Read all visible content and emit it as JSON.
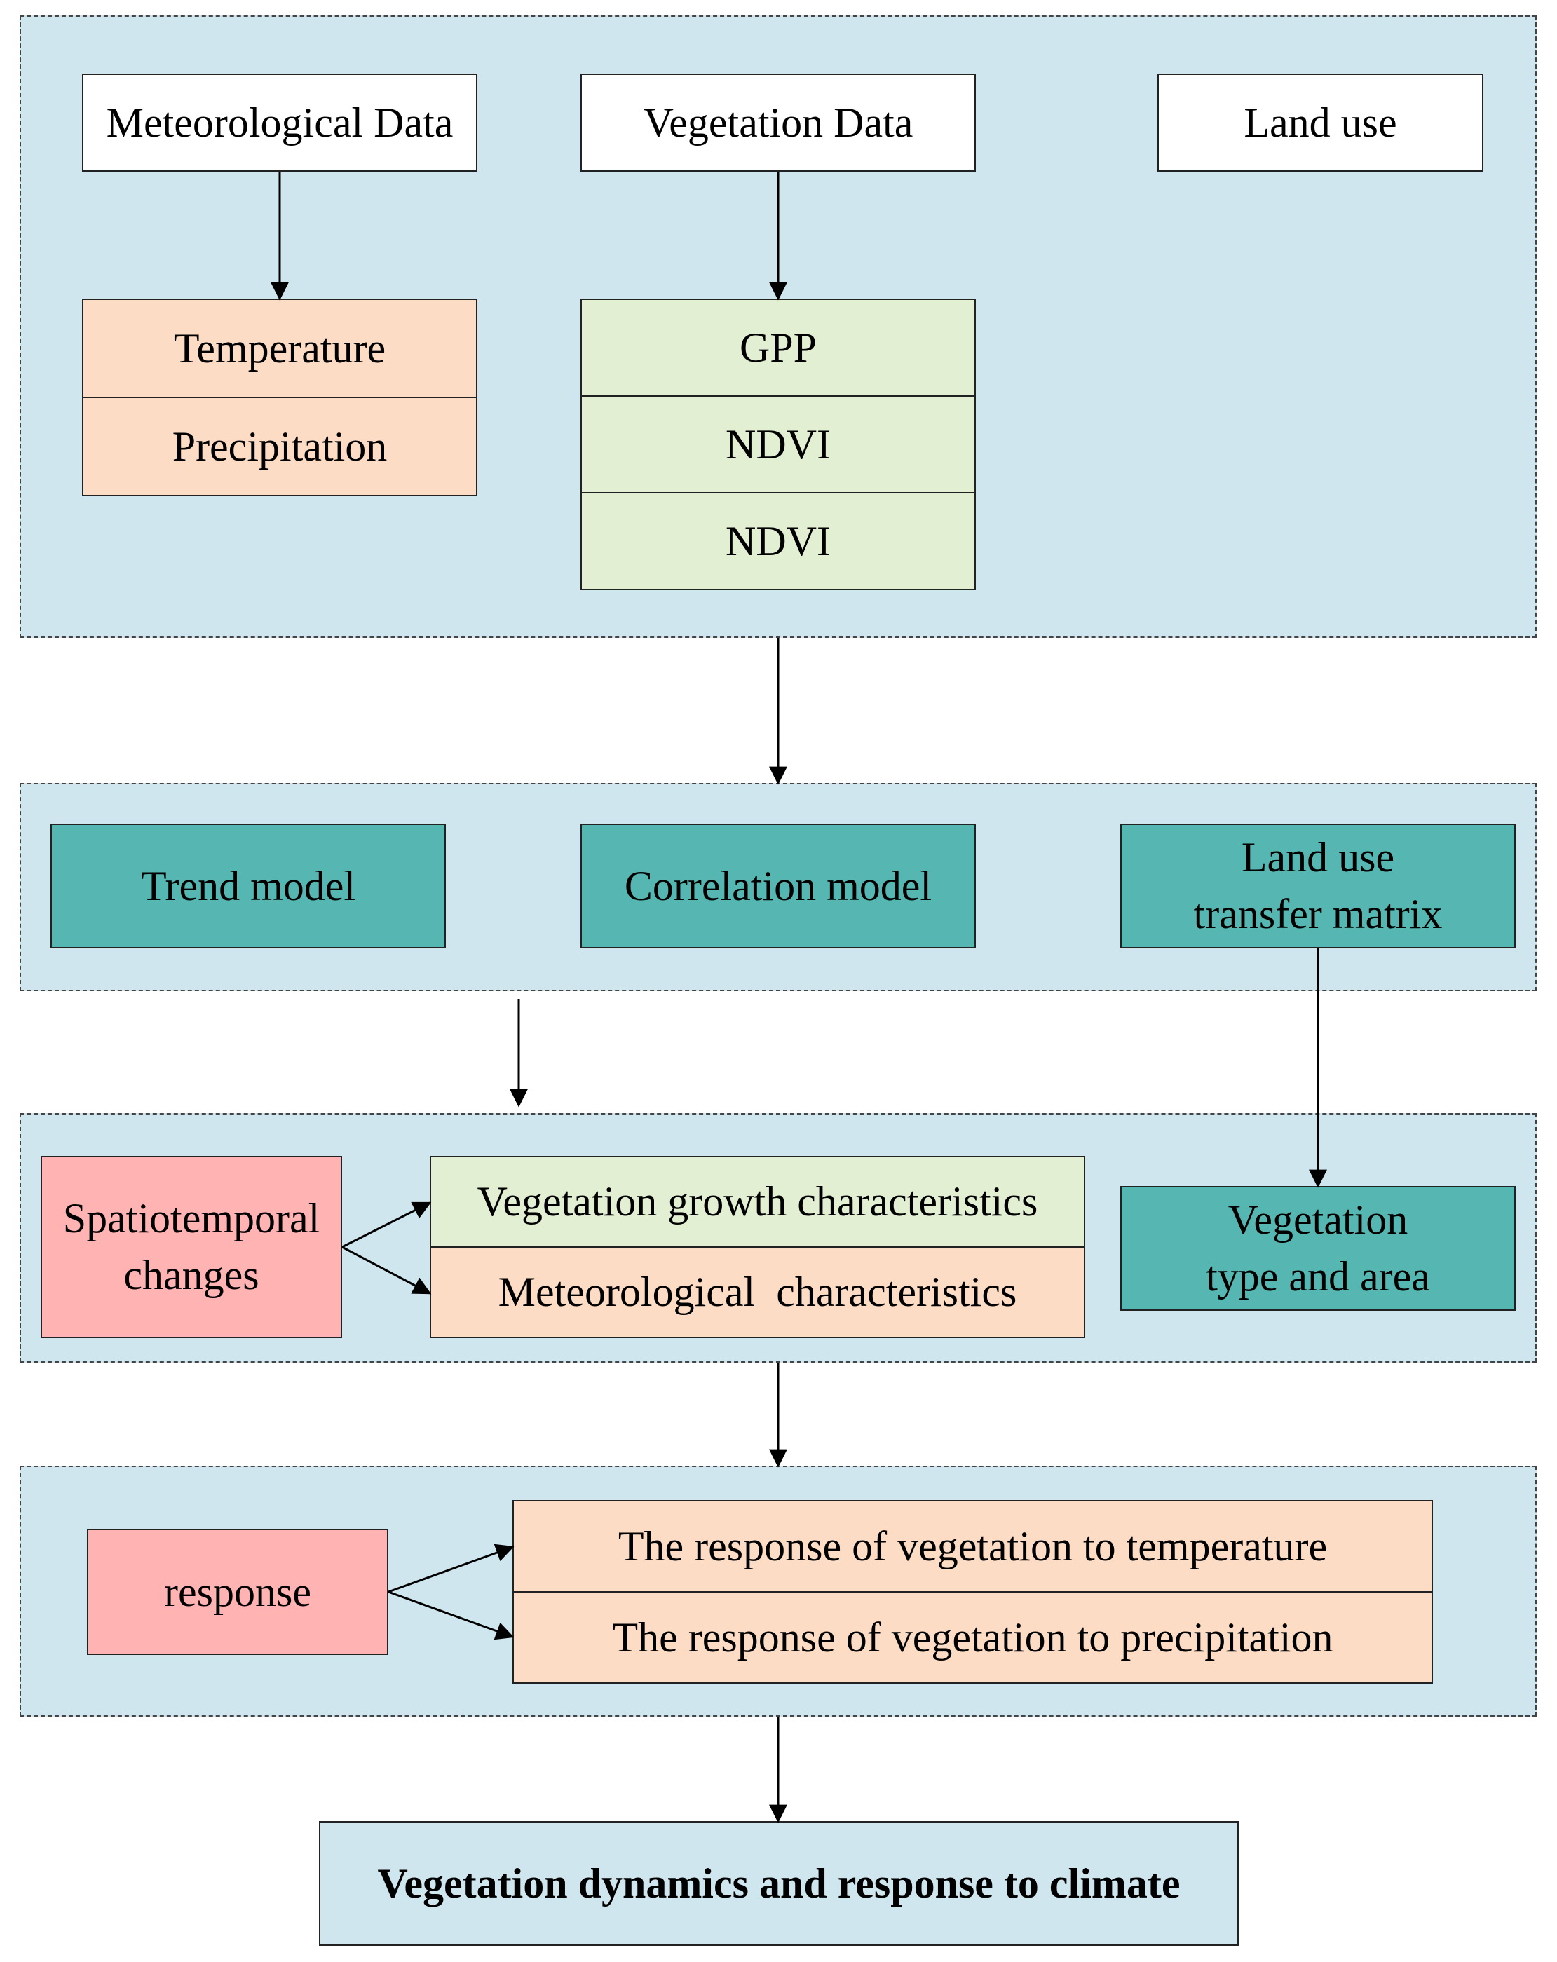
{
  "data_section": {
    "meteorological_data": "Meteorological Data",
    "vegetation_data": "Vegetation Data",
    "land_use": "Land use",
    "meteo_items": [
      "Temperature",
      "Precipitation"
    ],
    "vegetation_items": [
      "GPP",
      "NDVI",
      "NDVI"
    ]
  },
  "methods_section": {
    "trend_model": "Trend model",
    "correlation_model": "Correlation model",
    "land_use_transfer_matrix": "Land use\ntransfer matrix"
  },
  "changes_section": {
    "spatiotemporal_changes": "Spatiotemporal\nchanges",
    "characteristics": [
      "Vegetation growth characteristics",
      "Meteorological  characteristics"
    ],
    "vegetation_type_area": "Vegetation\ntype and area"
  },
  "response_section": {
    "response": "response",
    "responses": [
      "The response of vegetation to temperature",
      "The response of vegetation to precipitation"
    ]
  },
  "conclusion": "Vegetation dynamics and response to climate",
  "colors": {
    "panel": "#d0e6ef",
    "peach": "#fddcc5",
    "green": "#e3efd2",
    "teal": "#56b6b1",
    "pink": "#ffb3b3"
  }
}
